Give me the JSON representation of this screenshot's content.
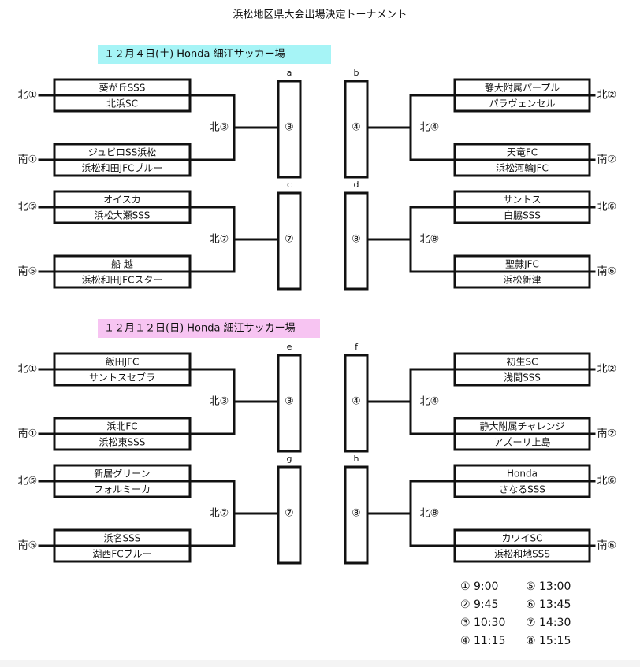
{
  "title": "浜松地区県大会出場決定トーナメント",
  "colors": {
    "section1_band": "#a6f4f6",
    "section2_band": "#f7c4f2",
    "line": "#111111"
  },
  "sections": [
    {
      "date_label": "１２月４日(土) Honda 細江サッカー場",
      "left": {
        "top": {
          "seed_top": "北①",
          "seed_bottom": "南①",
          "names": [
            "葵が丘SSS",
            "北浜SC",
            "ジュビロSS浜松",
            "浜松和田JFCブルー"
          ],
          "semi": "北③",
          "letter": "a",
          "match": "③"
        },
        "bottom": {
          "seed_top": "北⑤",
          "seed_bottom": "南⑤",
          "names": [
            "オイスカ",
            "浜松大瀬SSS",
            "船 越",
            "浜松和田JFCスター"
          ],
          "semi": "北⑦",
          "letter": "c",
          "match": "⑦"
        }
      },
      "right": {
        "top": {
          "seed_top": "北②",
          "seed_bottom": "南②",
          "names": [
            "静大附属パープル",
            "パラヴェンセル",
            "天竜FC",
            "浜松河輪JFC"
          ],
          "semi": "北④",
          "letter": "b",
          "match": "④"
        },
        "bottom": {
          "seed_top": "北⑥",
          "seed_bottom": "南⑥",
          "names": [
            "サントス",
            "白脇SSS",
            "聖隷JFC",
            "浜松新津"
          ],
          "semi": "北⑧",
          "letter": "d",
          "match": "⑧"
        }
      }
    },
    {
      "date_label": "１２月１２日(日) Honda 細江サッカー場",
      "left": {
        "top": {
          "seed_top": "北①",
          "seed_bottom": "南①",
          "names": [
            "飯田JFC",
            "サントスセブラ",
            "浜北FC",
            "浜松東SSS"
          ],
          "semi": "北③",
          "letter": "e",
          "match": "③"
        },
        "bottom": {
          "seed_top": "北⑤",
          "seed_bottom": "南⑤",
          "names": [
            "新居グリーン",
            "フォルミーカ",
            "浜名SSS",
            "湖西FCブルー"
          ],
          "semi": "北⑦",
          "letter": "g",
          "match": "⑦"
        }
      },
      "right": {
        "top": {
          "seed_top": "北②",
          "seed_bottom": "南②",
          "names": [
            "初生SC",
            "浅間SSS",
            "静大附属チャレンジ",
            "アズーリ上島"
          ],
          "semi": "北④",
          "letter": "f",
          "match": "④"
        },
        "bottom": {
          "seed_top": "北⑥",
          "seed_bottom": "南⑥",
          "names": [
            "Honda",
            "さなるSSS",
            "カワイSC",
            "浜松和地SSS"
          ],
          "semi": "北⑧",
          "letter": "h",
          "match": "⑧"
        }
      }
    }
  ],
  "schedule": [
    [
      "① 9:00",
      "⑤ 13:00"
    ],
    [
      "② 9:45",
      "⑥ 13:45"
    ],
    [
      "③ 10:30",
      "⑦ 14:30"
    ],
    [
      "④ 11:15",
      "⑧ 15:15"
    ]
  ]
}
